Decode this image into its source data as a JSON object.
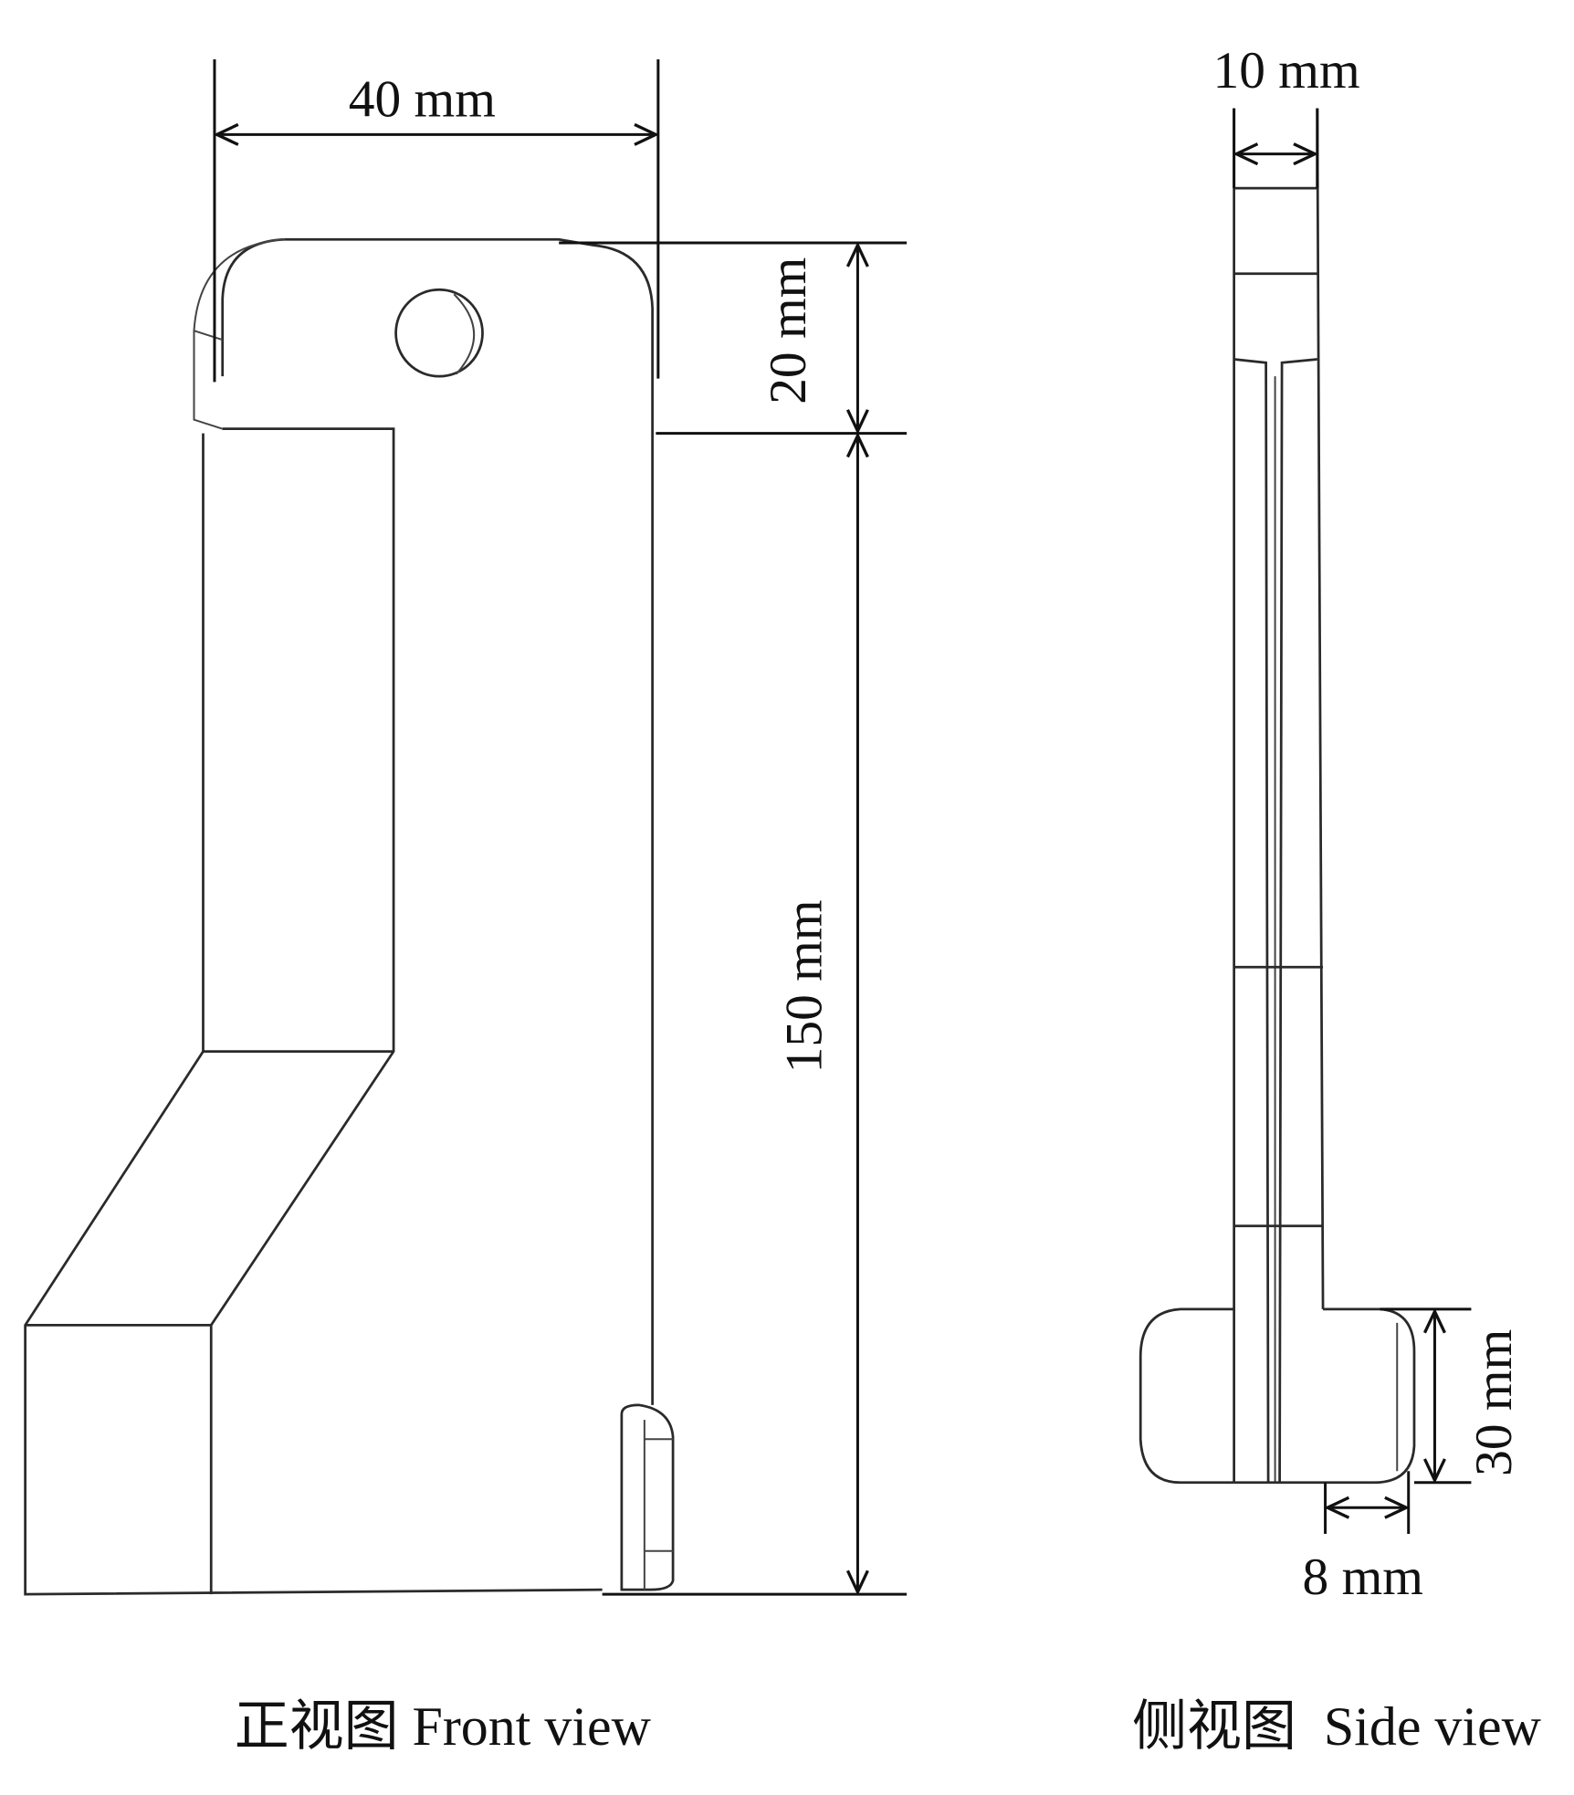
{
  "front_view": {
    "caption": "正视图 Front view",
    "dimensions": {
      "width": "40 mm",
      "head_height": "20 mm",
      "total_height": "150 mm"
    }
  },
  "side_view": {
    "caption": "侧视图  Side view",
    "dimensions": {
      "thickness": "10 mm",
      "foot_height": "30 mm",
      "foot_width": "8 mm"
    }
  },
  "colors": {
    "line": "#2a2a2a",
    "background": "#ffffff"
  }
}
